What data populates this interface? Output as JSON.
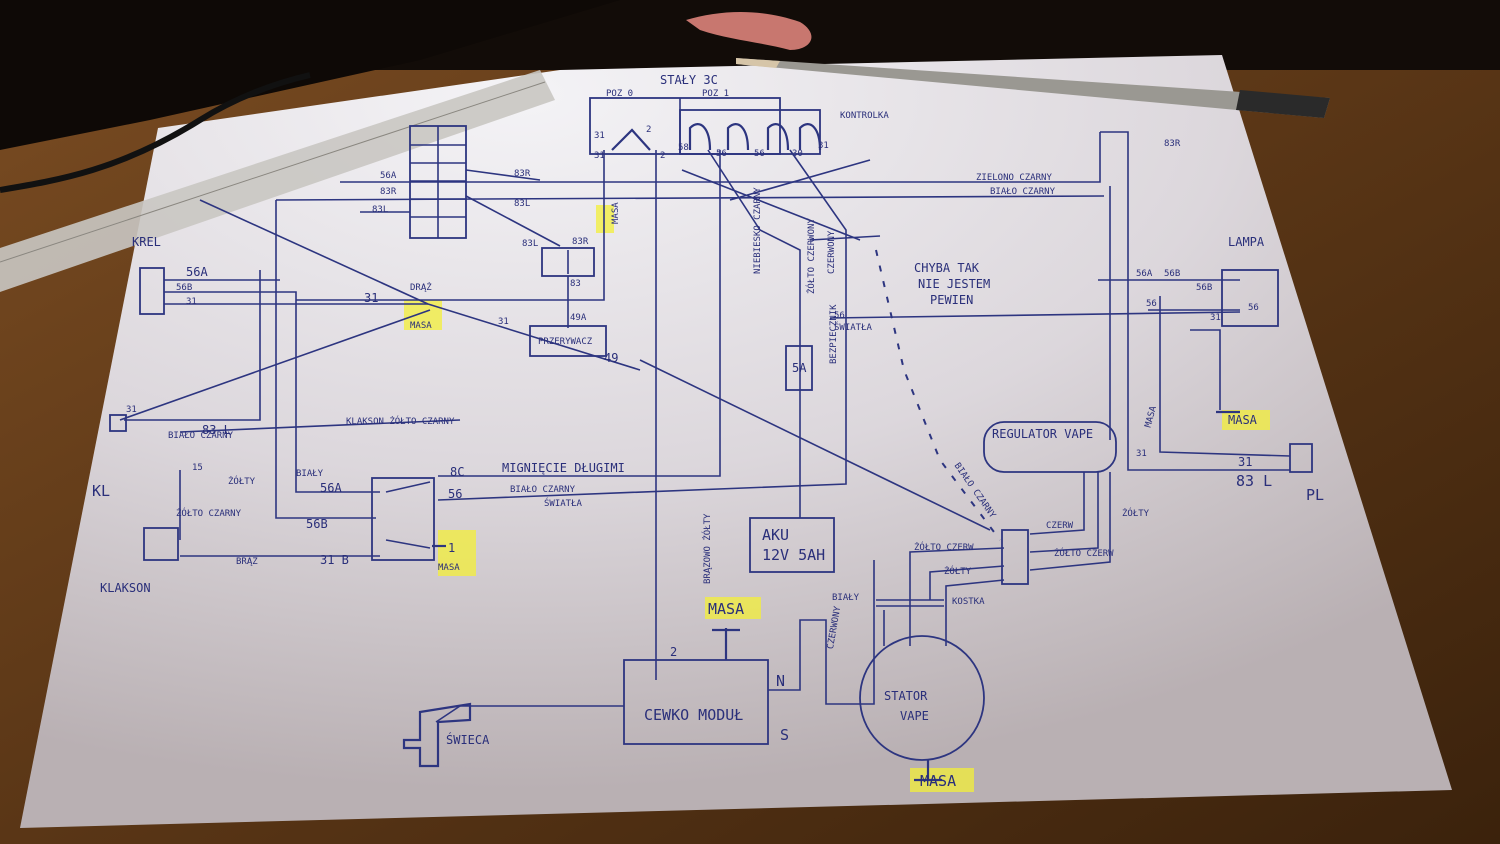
{
  "labels": {
    "stacyjka": "STAŁY 3C",
    "poz0": "POZ 0",
    "poz1": "POZ 1",
    "kontrolka": "KONTROLKA",
    "l31a": "31",
    "l2a": "2",
    "l2b": "2",
    "l31b": "31",
    "l58": "58",
    "l56": "56",
    "l56b": "56",
    "l30": "30",
    "l31c": "31",
    "l56a_top": "56A",
    "l83r_top": "83R",
    "l83l_top": "83L",
    "l83r_a": "83R",
    "l83r_b": "83R",
    "l83l_a": "83L",
    "l83l_b": "83L",
    "l83l_c": "83L",
    "l83r_c": "83R",
    "l83": "83",
    "masa_top": "MASA",
    "kwadrat": "KREL",
    "zielono_czarny": "ZIELONO CZARNY",
    "bialo_czarny_top": "BIAŁO CZARNY",
    "chyba1": "CHYBA TAK",
    "chyba2": "NIE JESTEM",
    "chyba3": "PEWIEN",
    "lampa": "LAMPA",
    "lampa_56a": "56A",
    "lampa_56b": "56B",
    "lampa_31": "31",
    "lampa_56": "56",
    "lampa_562": "56",
    "lampa_s1": "56B",
    "lampa_masa": "MASA",
    "kp_56a": "56A",
    "kp_56b": "56B",
    "kp_31": "31",
    "kp_31b": "31",
    "drag": "DRĄŻ",
    "masa_mid": "MASA",
    "przerywacz": "PRZERYWACZ",
    "p49a": "49A",
    "p31": "31",
    "p49": "49",
    "niebiesko": "NIEBIESKO CZARNY",
    "zolto_czerwony": "ŻÓŁTO CZERWONY",
    "czerwony": "CZERWONY",
    "bezpiecznik": "BEZPIECZNIK",
    "b5a": "5A",
    "swiatla": "ŚWIATŁA",
    "swiatla56": "56",
    "klakson_zolto": "KLAKSON ŻÓŁTO CZARNY",
    "bialo_czarny_l": "BIAŁO CZARNY",
    "l83l_left": "83 L",
    "l31_left": "31",
    "l15": "15",
    "zolty_l": "ŻÓŁTY",
    "bialy_l": "BIAŁY",
    "s56a": "56A",
    "s56b": "56B",
    "s31b": "31 B",
    "zolto_czarny_l": "ŻÓŁTO CZARNY",
    "braz_l": "BRĄZ",
    "kl": "KL",
    "klakson": "KLAKSON",
    "sw_8c": "8C",
    "sw_56": "56",
    "mig": "MIGNIĘCIE DŁUGIMI",
    "bialo_czarny_sw": "BIAŁO CZARNY",
    "swiatla_sw": "ŚWIATŁA",
    "masa_sw": "MASA",
    "masa_sw_1": "1",
    "akku1": "AKU",
    "akku2": "12V 5AH",
    "regulator": "REGULATOR VAPE",
    "reg_masa": "MASA",
    "reg_31": "31",
    "bialo_czarny_r": "BIAŁO CZARNY",
    "czerw_r": "CZERW",
    "zolty_r": "ŻÓŁTY",
    "zolto_czerw_r": "ŻÓŁTO CZERW",
    "zolto_czerw_r2": "ŻÓŁTO CZERW",
    "zolty_r2": "ŻÓŁTY",
    "kostka": "KOSTKA",
    "r_31": "31",
    "r_83l": "83 L",
    "p_l": "PL",
    "braz_zolty": "BRĄZOWO ŻÓŁTY",
    "masa_cdi": "MASA",
    "cdi": "CEWKO MODUŁ",
    "cdi_2": "2",
    "cdi_n": "N",
    "cdi_s": "S",
    "czerwony_c": "CZERWONY",
    "bialy_c": "BIAŁY",
    "swieca": "ŚWIECA",
    "stator1": "STATOR",
    "stator2": "VAPE",
    "masa_stator": "MASA"
  },
  "colors": {
    "ink": "#2d3580",
    "highlight": "#f3ef38",
    "paper": "#e6e2e4",
    "table": "#4a2e14"
  }
}
